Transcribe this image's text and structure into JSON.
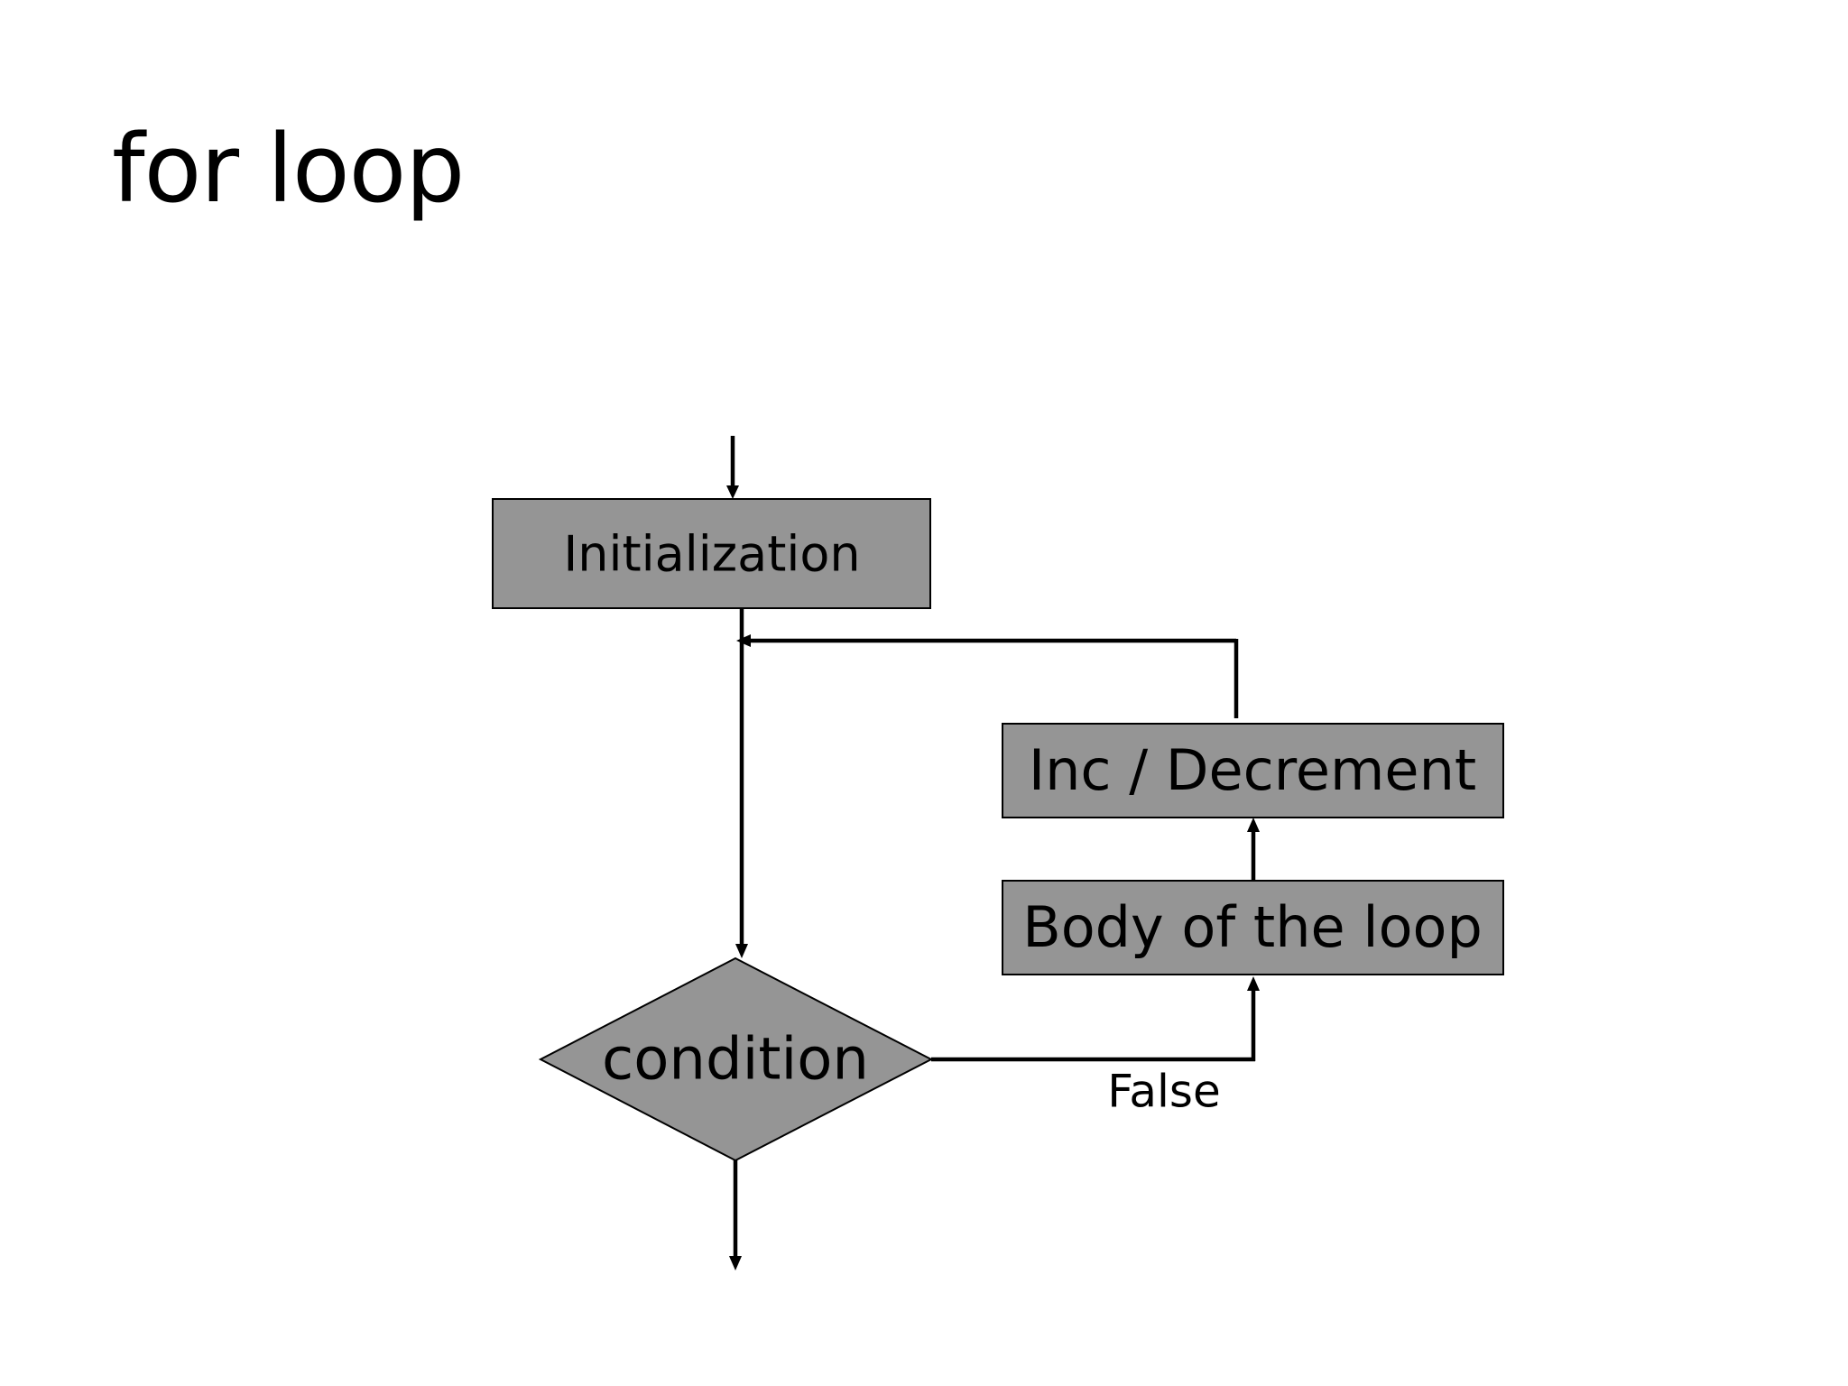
{
  "slide": {
    "title": "for loop"
  },
  "diagram": {
    "nodes": {
      "initialization": "Initialization",
      "condition": "condition",
      "body": "Body of the loop",
      "increment": "Inc / Decrement"
    },
    "edge_labels": {
      "false_branch": "False"
    },
    "colors": {
      "node_fill": "#959595",
      "stroke": "#000000",
      "background": "#ffffff"
    }
  }
}
